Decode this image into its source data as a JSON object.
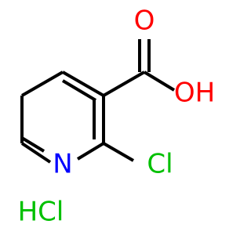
{
  "molecule": {
    "atoms": {
      "oxygen_carbonyl": "O",
      "hydroxyl": "OH",
      "nitrogen": "N",
      "chlorine": "Cl"
    },
    "salt": "HCl"
  },
  "colors": {
    "bond": "#000000",
    "oxygen": "#ff0000",
    "nitrogen": "#0000ff",
    "chlorine": "#00c000",
    "salt": "#00c000"
  }
}
